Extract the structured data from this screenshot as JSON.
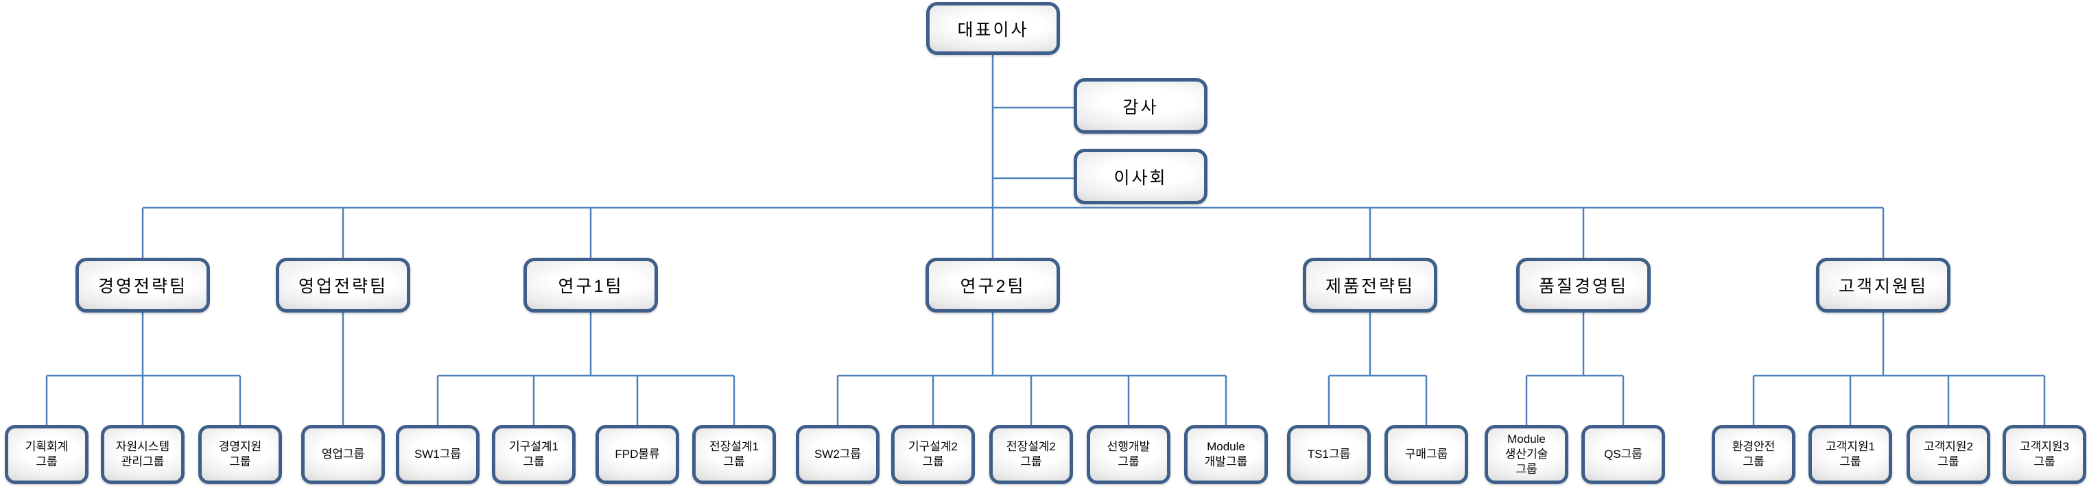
{
  "colors": {
    "box_border": "#3E5F8A",
    "connector_line": "#4F81BD",
    "box_fill_center": "#FFFFFF",
    "box_fill_edge": "#C3C3C3",
    "text": "#000000"
  },
  "org": {
    "root": {
      "label": "대표이사"
    },
    "staff": [
      {
        "label": "감사"
      },
      {
        "label": "이사회"
      }
    ],
    "teams": [
      {
        "label": "경영전략팀",
        "groups": [
          {
            "label": "기획회계\n그룹"
          },
          {
            "label": "자원시스템\n관리그룹"
          },
          {
            "label": "경영지원\n그룹"
          }
        ]
      },
      {
        "label": "영업전략팀",
        "groups": [
          {
            "label": "영업그룹"
          }
        ]
      },
      {
        "label": "연구1팀",
        "groups": [
          {
            "label": "SW1그룹"
          },
          {
            "label": "기구설계1\n그룹"
          },
          {
            "label": "FPD물류"
          },
          {
            "label": "전장설계1\n그룹"
          }
        ]
      },
      {
        "label": "연구2팀",
        "groups": [
          {
            "label": "SW2그룹"
          },
          {
            "label": "기구설계2\n그룹"
          },
          {
            "label": "전장설계2\n그룹"
          },
          {
            "label": "선행개발\n그룹"
          },
          {
            "label": "Module\n개발그룹"
          }
        ]
      },
      {
        "label": "제품전략팀",
        "groups": [
          {
            "label": "TS1그룹"
          },
          {
            "label": "구매그룹"
          }
        ]
      },
      {
        "label": "품질경영팀",
        "groups": [
          {
            "label": "Module\n생산기술\n그룹"
          },
          {
            "label": "QS그룹"
          }
        ]
      },
      {
        "label": "고객지원팀",
        "groups": [
          {
            "label": "환경안전\n그룹"
          },
          {
            "label": "고객지원1\n그룹"
          },
          {
            "label": "고객지원2\n그룹"
          },
          {
            "label": "고객지원3\n그룹"
          }
        ]
      }
    ]
  }
}
